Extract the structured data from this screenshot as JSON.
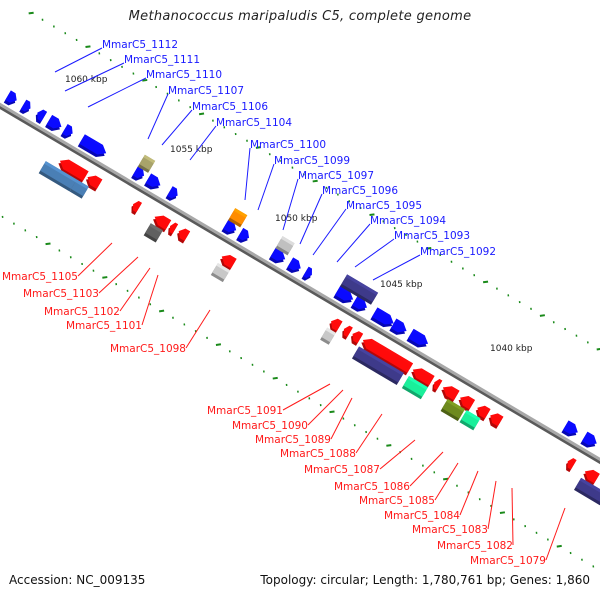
{
  "title": "Methanococcus maripaludis C5, complete genome",
  "footer": {
    "accession": "Accession: NC_009135",
    "summary": "Topology: circular; Length: 1,780,761 bp; Genes: 1,860"
  },
  "colors": {
    "forward_label": "#1a1aff",
    "reverse_label": "#ff1a1a",
    "backbone": "#888888",
    "tick": "#1a8a1a"
  },
  "scale_labels": [
    "1060 kbp",
    "1055 kbp",
    "1050 kbp",
    "1045 kbp",
    "1040 kbp"
  ],
  "forward_labels": [
    "MmarC5_1112",
    "MmarC5_1111",
    "MmarC5_1110",
    "MmarC5_1107",
    "MmarC5_1106",
    "MmarC5_1104",
    "MmarC5_1100",
    "MmarC5_1099",
    "MmarC5_1097",
    "MmarC5_1096",
    "MmarC5_1095",
    "MmarC5_1094",
    "MmarC5_1093",
    "MmarC5_1092"
  ],
  "reverse_labels": [
    "MmarC5_1105",
    "MmarC5_1103",
    "MmarC5_1102",
    "MmarC5_1101",
    "MmarC5_1098",
    "MmarC5_1091",
    "MmarC5_1090",
    "MmarC5_1089",
    "MmarC5_1088",
    "MmarC5_1087",
    "MmarC5_1086",
    "MmarC5_1085",
    "MmarC5_1084",
    "MmarC5_1083",
    "MmarC5_1082",
    "MmarC5_1079"
  ]
}
